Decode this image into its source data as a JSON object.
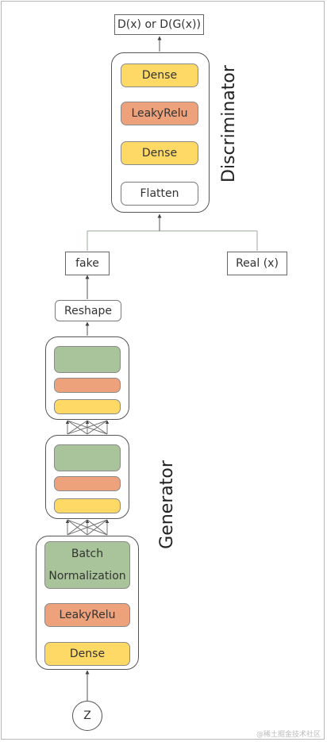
{
  "output": {
    "label": "D(x) or D(G(x))"
  },
  "discriminator": {
    "label": "Discriminator",
    "layers": [
      "Dense",
      "LeakyRelu",
      "Dense",
      "Flatten"
    ]
  },
  "inputs": {
    "fake": "fake",
    "real": "Real (x)"
  },
  "reshape": {
    "label": "Reshape"
  },
  "generator": {
    "label": "Generator",
    "first_block": {
      "bn_line1": "Batch",
      "bn_line2": "Normalization",
      "act": "LeakyRelu",
      "dense": "Dense"
    }
  },
  "z": {
    "label": "Z"
  },
  "watermark": "@稀土掘金技术社区",
  "colors": {
    "dense": "#ffd966",
    "leakyrelu": "#eea27c",
    "batchnorm": "#a9c39a"
  }
}
